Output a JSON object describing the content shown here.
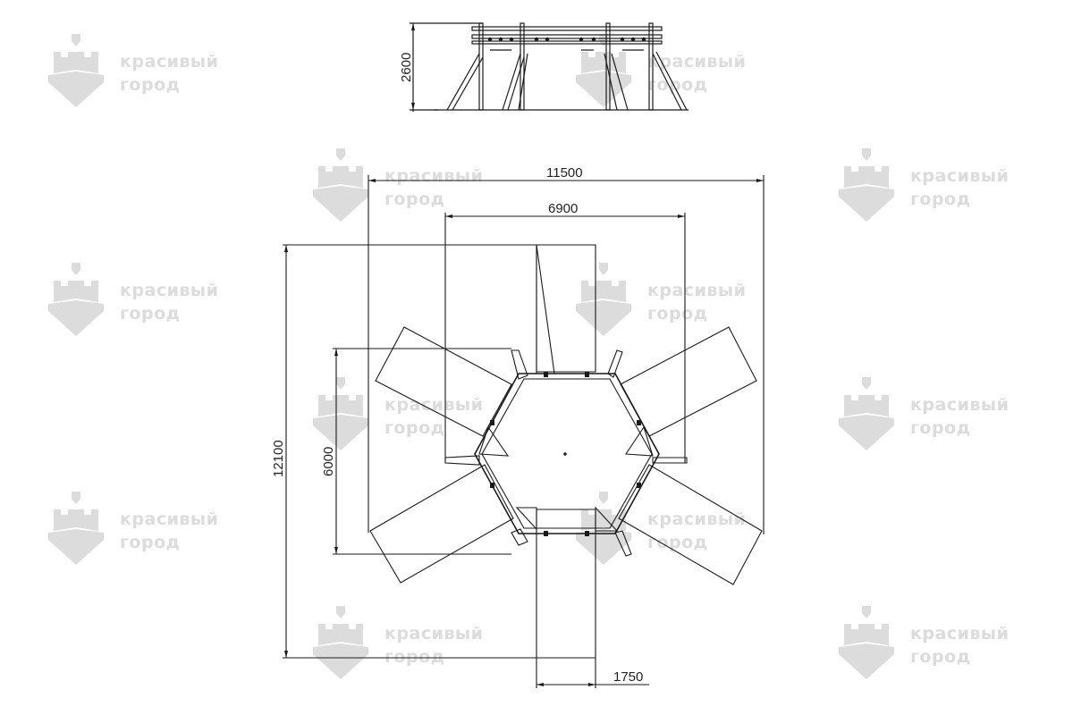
{
  "watermark": {
    "line1": "красивый",
    "line2": "город",
    "color": "#dcdcdc",
    "icon": "castle-shield-icon"
  },
  "dimensions": {
    "side_height": "2600",
    "overall_width": "11500",
    "inner_width": "6900",
    "overall_depth": "12100",
    "inner_depth": "6000",
    "seat_width": "1750"
  },
  "colors": {
    "line": "#1a1a1a",
    "background": "#ffffff"
  }
}
